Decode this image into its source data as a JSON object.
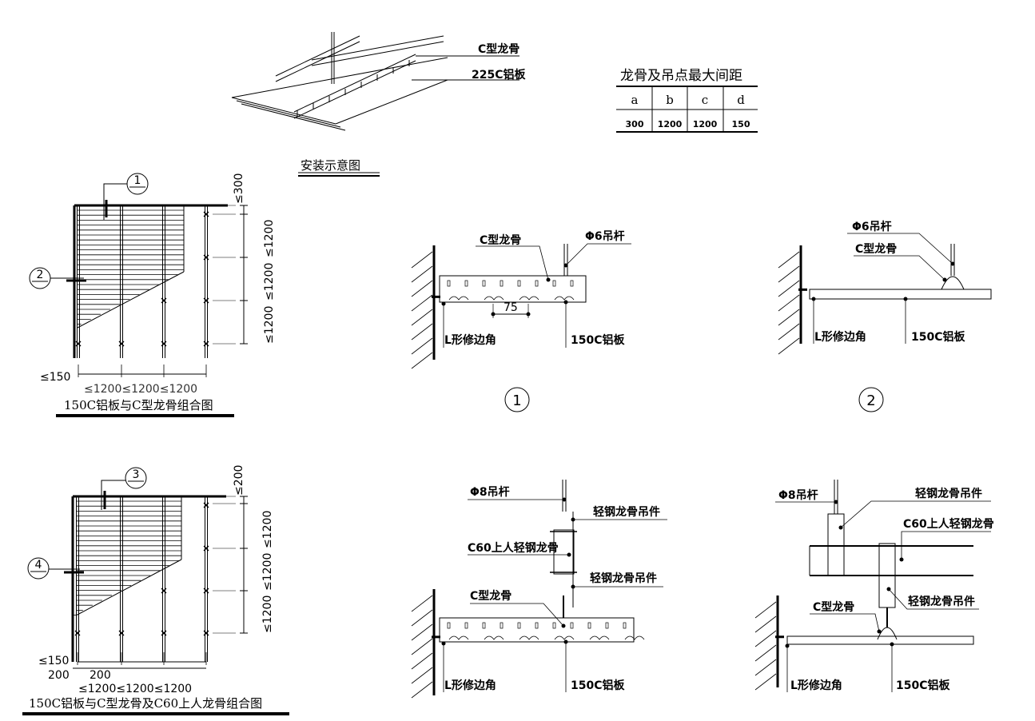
{
  "install": {
    "c_keel": "C型龙骨",
    "panel": "225C铝板",
    "title": "安装示意图"
  },
  "table": {
    "title": "龙骨及吊点最大间距",
    "headers": [
      "a",
      "b",
      "c",
      "d"
    ],
    "values": [
      "300",
      "1200",
      "1200",
      "150"
    ]
  },
  "plan1": {
    "title": "150C铝板与C型龙骨组合图",
    "overlap_dims": "≤1200≤1200≤1200",
    "dim_top": "≤300",
    "dims_v": [
      "≤1200",
      "≤1200",
      "≤1200"
    ],
    "dim_left": "≤150",
    "callouts": [
      "1",
      "2"
    ]
  },
  "plan2": {
    "title": "150C铝板与C型龙骨及C60上人龙骨组合图",
    "dim_top": "≤200",
    "dims_v": [
      "≤1200",
      "≤1200",
      "≤1200"
    ],
    "dim_left": "≤150",
    "dim_200a": "200",
    "dim_200b": "200",
    "dims_h": "≤1200≤1200≤1200",
    "callouts": [
      "3",
      "4"
    ]
  },
  "detail1": {
    "c_keel": "C型龙骨",
    "rod": "Φ6吊杆",
    "spacing": "75",
    "edge": "L形修边角",
    "panel": "150C铝板",
    "number": "1"
  },
  "detail2": {
    "rod": "Φ6吊杆",
    "c_keel": "C型龙骨",
    "edge": "L形修边角",
    "panel": "150C铝板",
    "number": "2"
  },
  "detail3": {
    "rod": "Φ8吊杆",
    "hanger1": "轻钢龙骨吊件",
    "c60": "C60上人轻钢龙骨",
    "hanger2": "轻钢龙骨吊件",
    "c_keel": "C型龙骨",
    "edge": "L形修边角",
    "panel": "150C铝板"
  },
  "detail4": {
    "rod": "Φ8吊杆",
    "hanger1": "轻钢龙骨吊件",
    "c60": "C60上人轻钢龙骨",
    "hanger2": "轻钢龙骨吊件",
    "c_keel": "C型龙骨",
    "edge": "L形修边角",
    "panel": "150C铝板"
  }
}
